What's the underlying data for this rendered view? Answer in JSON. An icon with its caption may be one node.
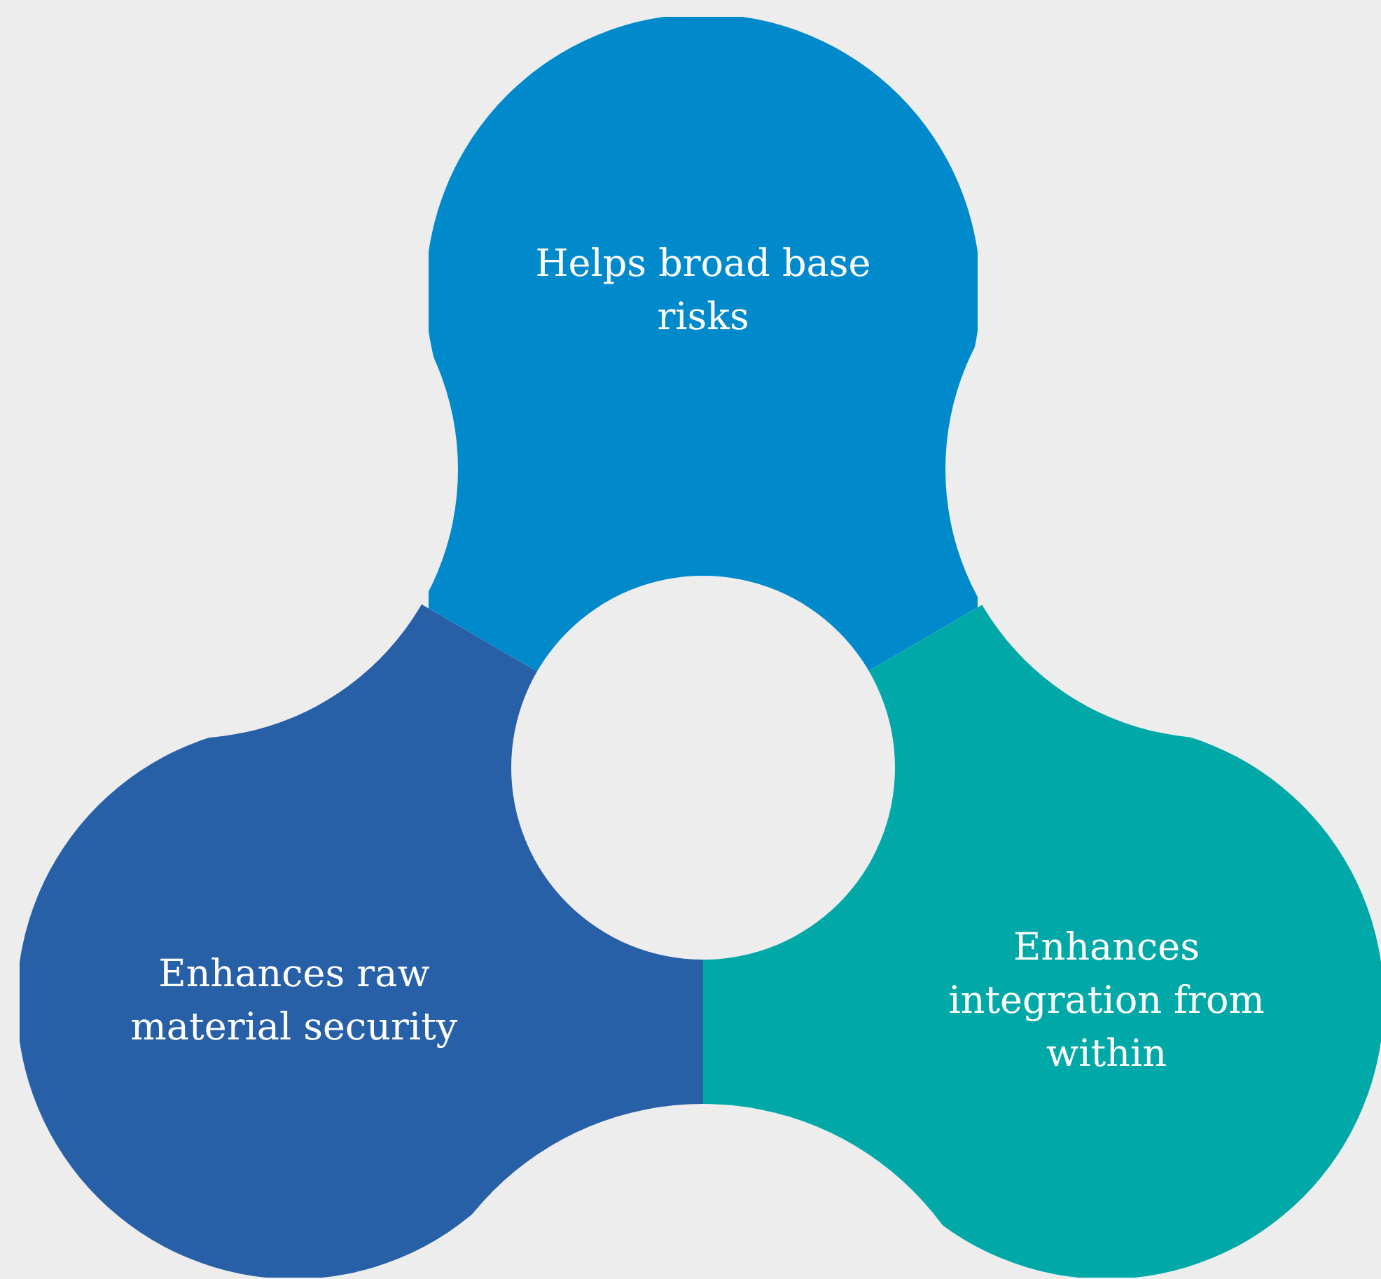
{
  "diagram": {
    "nodes": [
      {
        "text": [
          "Helps broad base risks"
        ]
      },
      {
        "text": [
          "Enhances raw material security"
        ]
      },
      {
        "text": [
          "Enhances integration from within"
        ]
      }
    ]
  }
}
